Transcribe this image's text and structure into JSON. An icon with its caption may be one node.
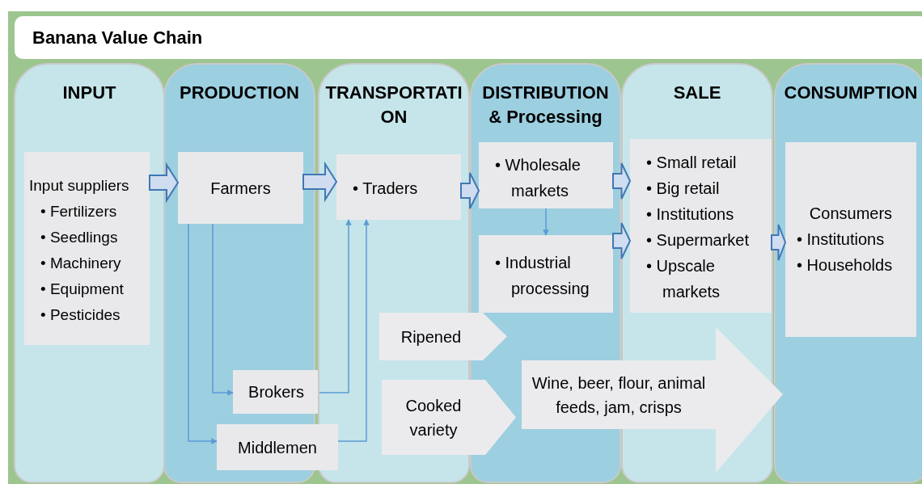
{
  "diagram": {
    "title": "Banana Value Chain",
    "nodes": [
      {
        "text": [
          "INPUT"
        ]
      },
      {
        "text": [
          "PRODUCTION"
        ]
      },
      {
        "text": [
          "TRANSPORTATION"
        ]
      },
      {
        "text": [
          "DISTRIBUTION & Processing"
        ]
      },
      {
        "text": [
          "SALE"
        ]
      },
      {
        "text": [
          "CONSUMPTION"
        ]
      },
      {
        "text": [
          "Input suppliers",
          "• Fertilizers",
          "• Seedlings",
          "• Machinery",
          "• Equipment",
          "• Pesticides"
        ],
        "in": 0
      },
      {
        "text": [
          "Farmers"
        ],
        "in": 1
      },
      {
        "text": [
          "Brokers"
        ],
        "in": 1
      },
      {
        "text": [
          "Middlemen"
        ]
      },
      {
        "text": [
          "• Traders"
        ],
        "in": 2
      },
      {
        "text": [
          "• Wholesale markets"
        ],
        "in": 3
      },
      {
        "text": [
          "• Industrial processing"
        ],
        "in": 3
      },
      {
        "text": [
          "• Small retail",
          "• Big retail",
          "• Institutions",
          "• Supermarket",
          "• Upscale markets"
        ],
        "in": 4
      },
      {
        "text": [
          "Consumers",
          "• Institutions",
          "• Households"
        ],
        "in": 5
      },
      {
        "text": [
          "Ripened"
        ]
      },
      {
        "text": [
          "Cooked variety"
        ]
      },
      {
        "text": [
          "Wine, beer, flour, animal feeds, jam, crisps"
        ]
      }
    ],
    "edges": [
      {
        "from": 6,
        "to": 7,
        "arrow": "to",
        "style": "thick"
      },
      {
        "from": 7,
        "to": 10,
        "arrow": "to",
        "style": "thick"
      },
      {
        "from": 10,
        "to": 11,
        "arrow": "to",
        "style": "thick"
      },
      {
        "from": 11,
        "to": 13,
        "arrow": "to",
        "style": "thick"
      },
      {
        "from": 12,
        "to": 13,
        "arrow": "to",
        "style": "thick"
      },
      {
        "from": 13,
        "to": 14,
        "arrow": "to",
        "style": "thick"
      },
      {
        "from": 7,
        "to": 8,
        "arrow": "to"
      },
      {
        "from": 7,
        "to": 9,
        "arrow": "to"
      },
      {
        "from": 8,
        "to": 10,
        "arrow": "to"
      },
      {
        "from": 9,
        "to": 10,
        "arrow": "to"
      },
      {
        "from": 11,
        "to": 12,
        "arrow": "to"
      }
    ]
  }
}
